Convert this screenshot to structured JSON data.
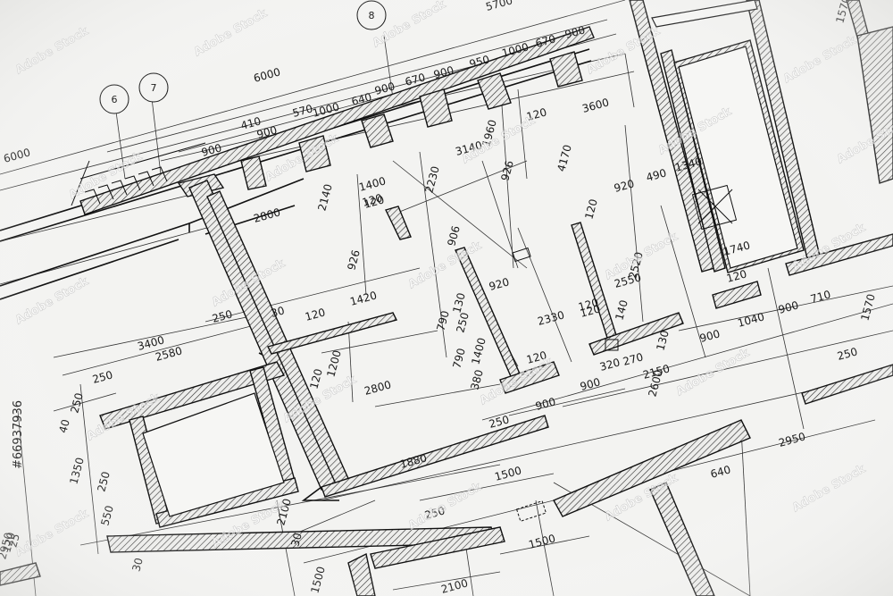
{
  "drawing": {
    "grid_axes": [
      "6",
      "7",
      "8"
    ],
    "dimensions": [
      "5700",
      "1570",
      "6000",
      "6000",
      "410",
      "900",
      "570",
      "1000",
      "640",
      "900",
      "670",
      "900",
      "950",
      "1000",
      "670",
      "900",
      "900",
      "120",
      "3600",
      "1960",
      "3140",
      "926",
      "4170",
      "2230",
      "1400",
      "120",
      "2140",
      "920",
      "490",
      "1340",
      "2800",
      "120",
      "906",
      "926",
      "1740",
      "2520",
      "120",
      "1420",
      "130",
      "920",
      "2550",
      "120",
      "120",
      "710",
      "1570",
      "30",
      "120",
      "790",
      "250",
      "2330",
      "120",
      "140",
      "900",
      "1040",
      "900",
      "3400",
      "250",
      "1200",
      "120",
      "1400",
      "2580",
      "250",
      "790",
      "380",
      "320",
      "270",
      "130",
      "2150",
      "250",
      "250",
      "2800",
      "120",
      "900",
      "2600",
      "40",
      "250",
      "900",
      "1350",
      "250",
      "1880",
      "2950",
      "1500",
      "640",
      "2100",
      "550",
      "250",
      "2950",
      "120",
      "30",
      "1500",
      "30",
      "1500",
      "2100",
      "25"
    ]
  },
  "watermark": {
    "text": "Adobe Stock",
    "side_id": "#66937936"
  },
  "colors": {
    "paper": "#f3f3f1",
    "ink": "#1a1a1a",
    "hatch": "#2a2a2a"
  }
}
